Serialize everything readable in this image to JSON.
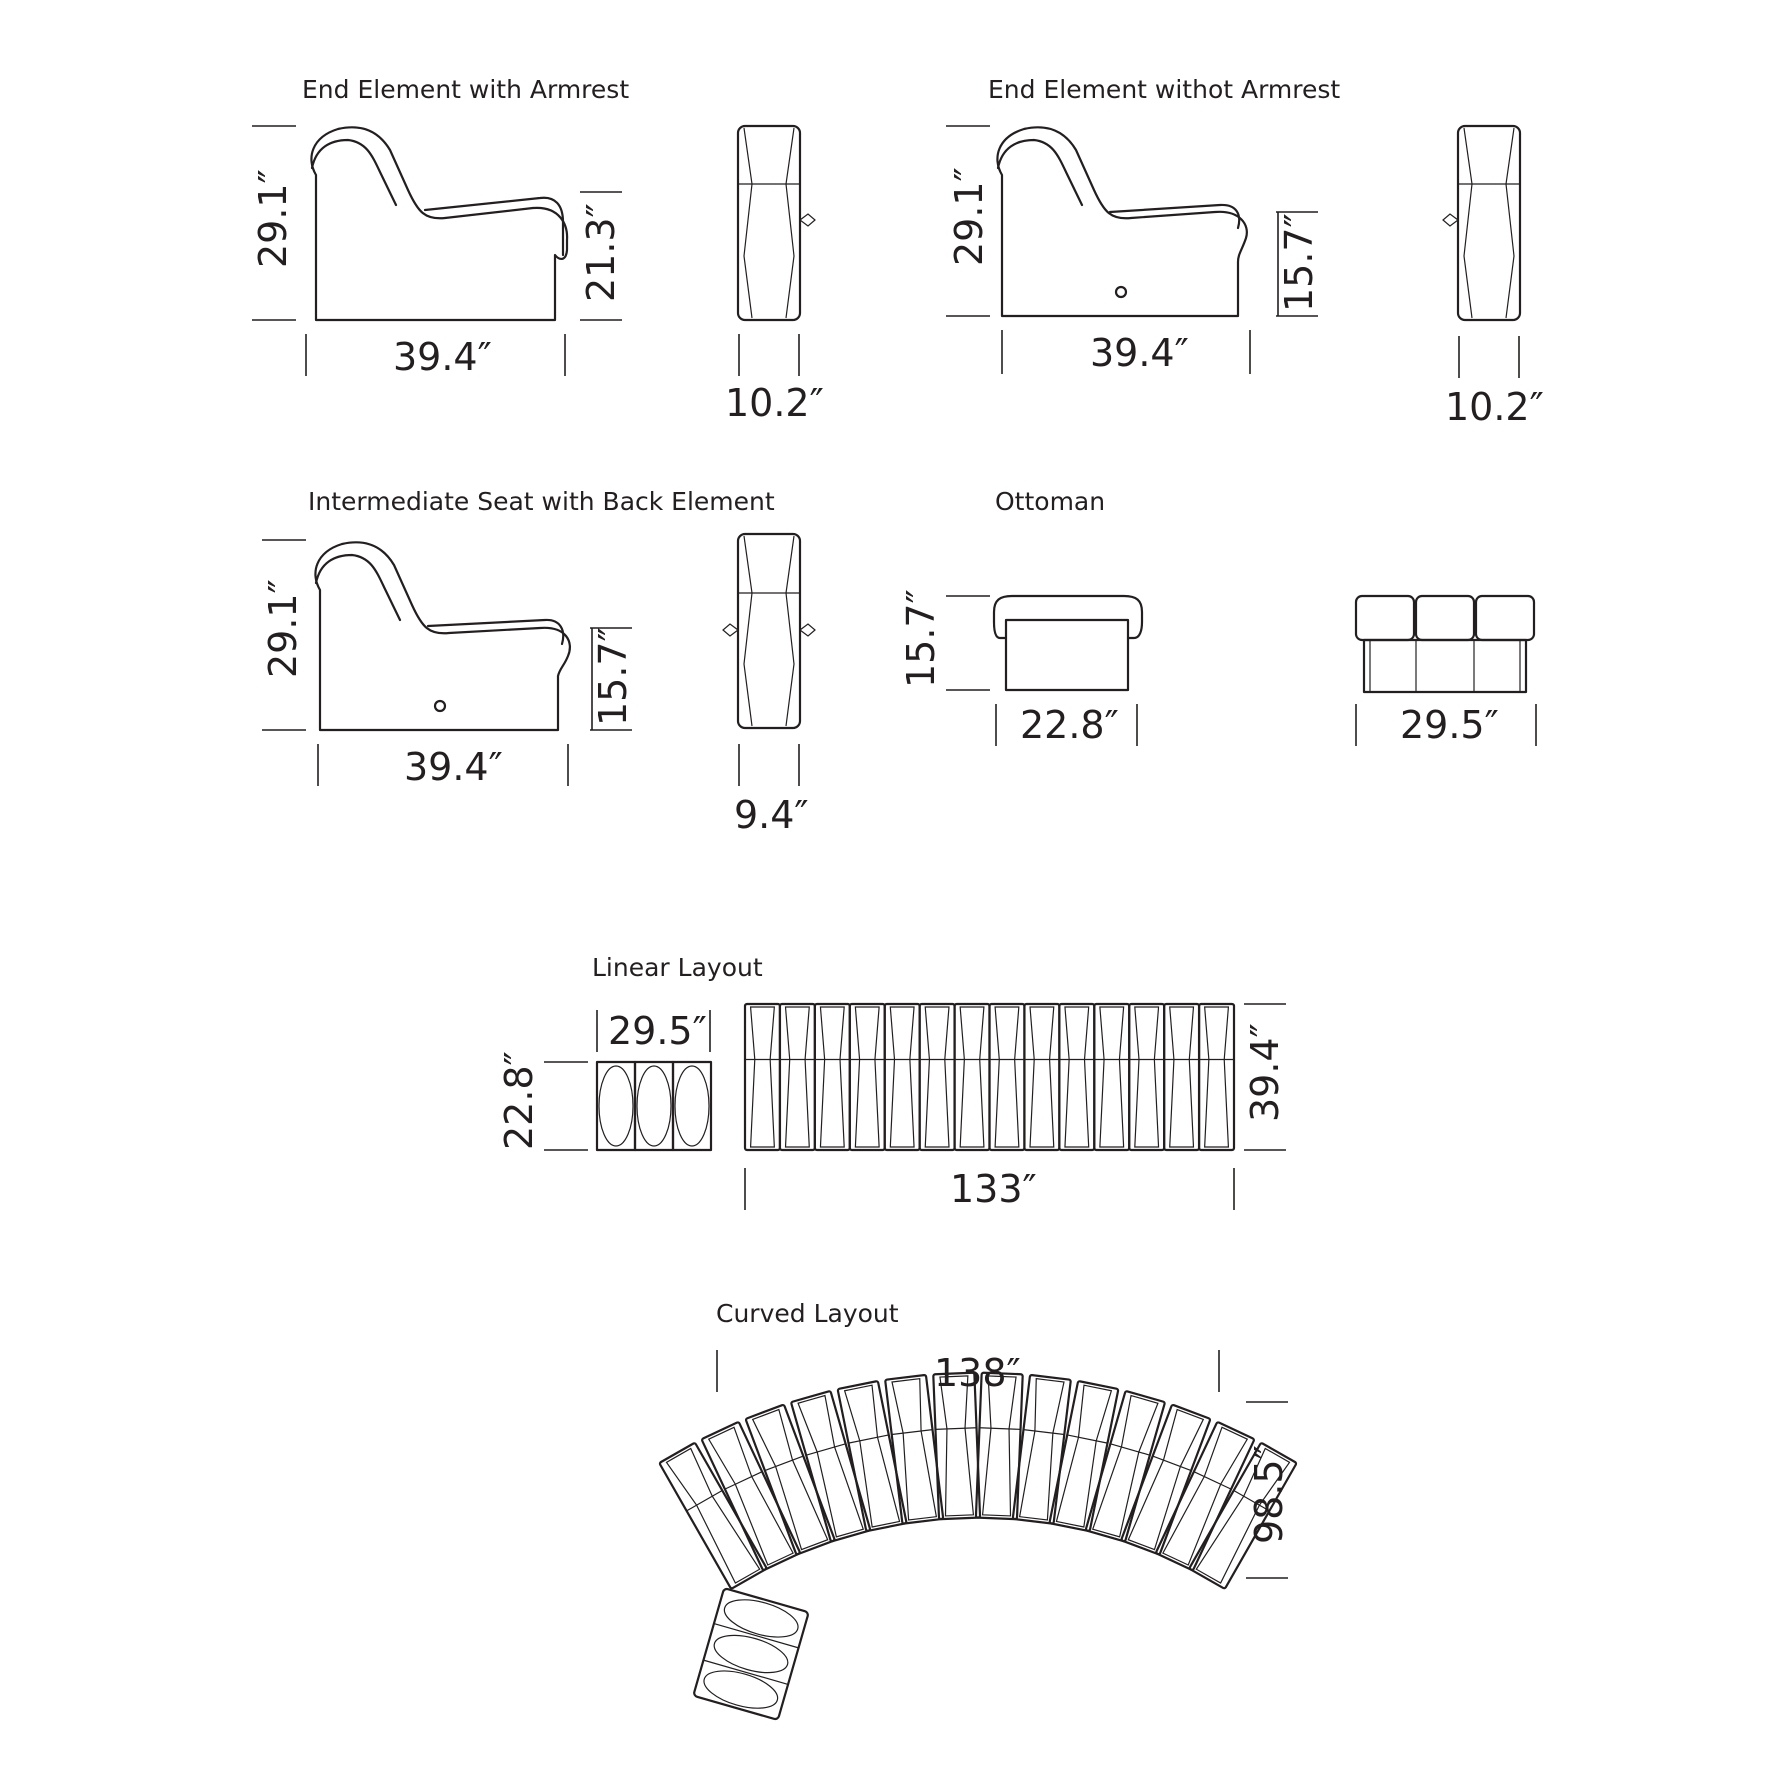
{
  "sections": {
    "end_with_armrest": {
      "title": "End Element with Armrest",
      "height": "29.1″",
      "seat_height": "21.3″",
      "width": "39.4″",
      "depth": "10.2″"
    },
    "end_without_armrest": {
      "title": "End Element withot Armrest",
      "height": "29.1″",
      "seat_height": "15.7″",
      "width": "39.4″",
      "depth": "10.2″"
    },
    "intermediate": {
      "title": "Intermediate Seat with Back Element",
      "height": "29.1″",
      "seat_height": "15.7″",
      "width": "39.4″",
      "depth": "9.4″"
    },
    "ottoman": {
      "title": "Ottoman",
      "height": "15.7″",
      "width": "22.8″",
      "length": "29.5″"
    },
    "linear_layout": {
      "title": "Linear Layout",
      "ottoman_length": "29.5″",
      "ottoman_width": "22.8″",
      "depth": "39.4″",
      "total_length": "133″",
      "module_count": 14
    },
    "curved_layout": {
      "title": "Curved Layout",
      "total_width": "138″",
      "total_depth": "98.5″",
      "module_count": 14
    }
  }
}
